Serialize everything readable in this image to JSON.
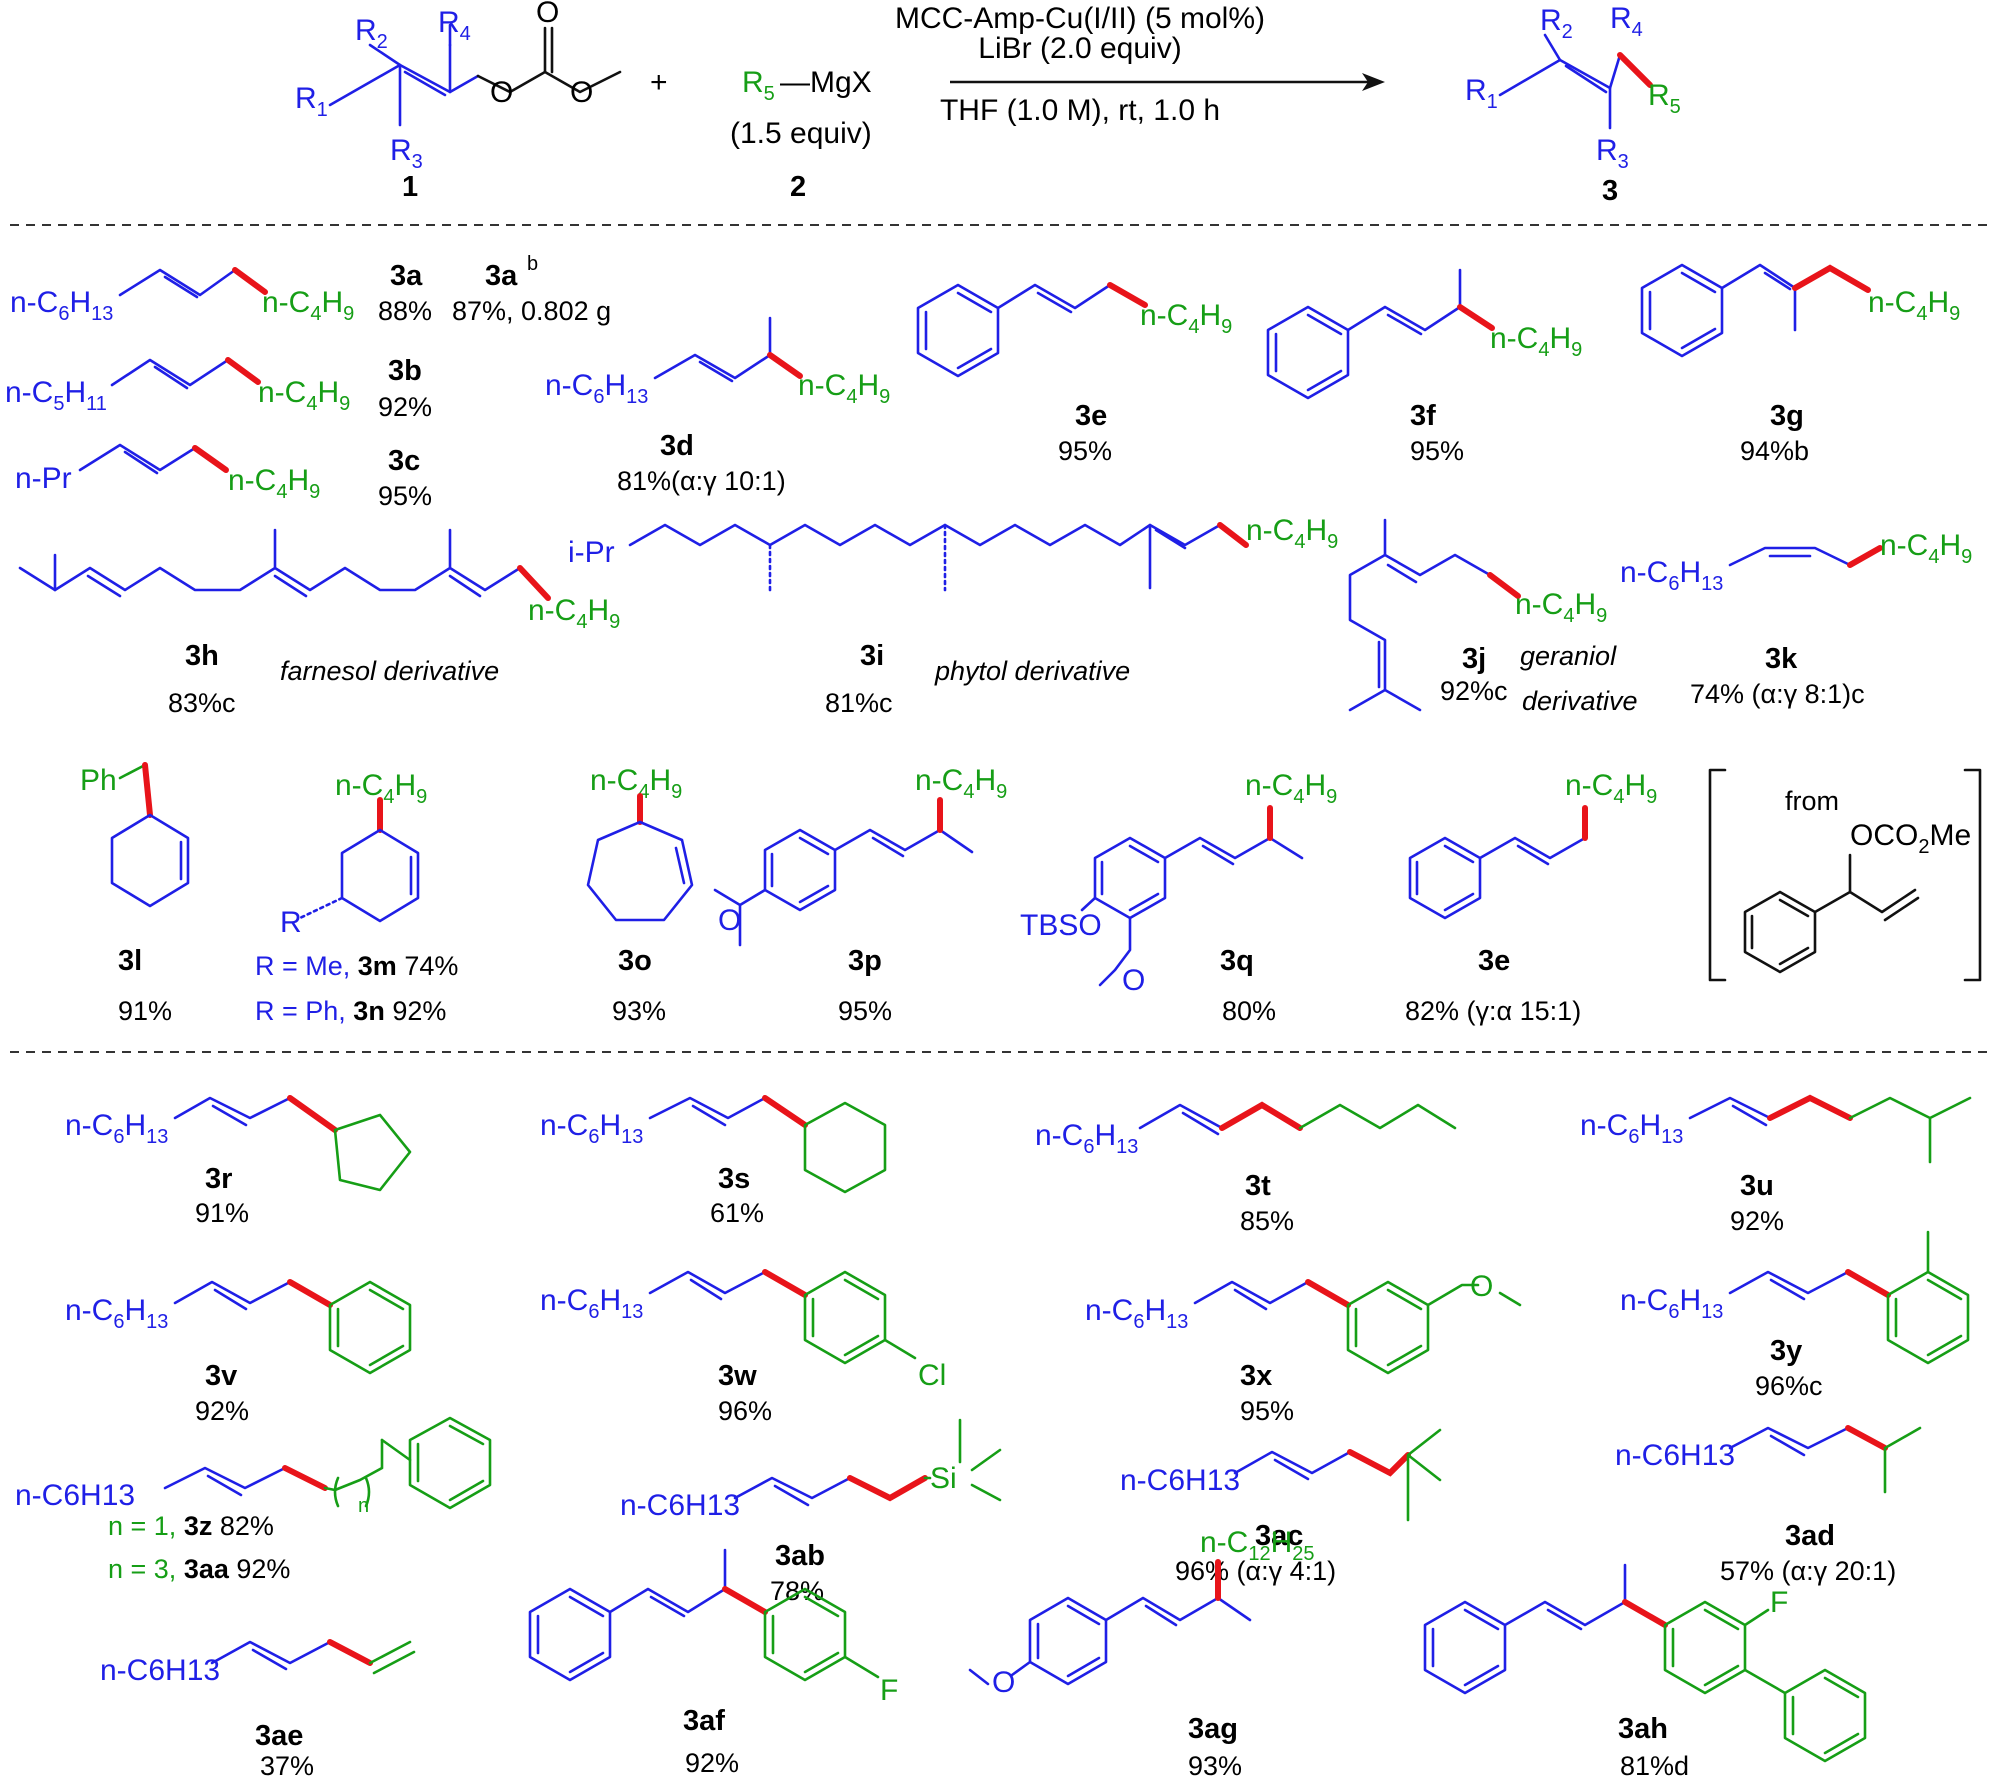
{
  "scheme": {
    "reagent_line1": "MCC-Amp-Cu(I/II) (5 mol%)",
    "reagent_line2": "LiBr (2.0 equiv)",
    "conditions": "THF (1.0 M), rt, 1.0 h",
    "plus": "+",
    "grignard": "R5—MgX",
    "grignard_equiv": "(1.5 equiv)",
    "substrate_label": "1",
    "grignard_label": "2",
    "product_label": "3",
    "r_groups": [
      "R1",
      "R2",
      "R3",
      "R4",
      "R5"
    ]
  },
  "row1": {
    "3a": {
      "label": "3a",
      "yield": "88%",
      "frag_left": "n-C6H13",
      "frag_right": "n-C4H9"
    },
    "3a_b": {
      "label": "3a",
      "sup": "b",
      "yield": "87%, 0.802 g"
    },
    "3b": {
      "label": "3b",
      "yield": "92%",
      "frag_left": "n-C5H11",
      "frag_right": "n-C4H9"
    },
    "3c": {
      "label": "3c",
      "yield": "95%",
      "frag_left": "n-Pr",
      "frag_right": "n-C4H9"
    },
    "3d": {
      "label": "3d",
      "yield": "81%(α:γ 10:1)",
      "frag_left": "n-C6H13",
      "frag_right": "n-C4H9"
    },
    "3e": {
      "label": "3e",
      "yield": "95%",
      "frag_right": "n-C4H9"
    },
    "3f": {
      "label": "3f",
      "yield": "95%",
      "frag_right": "n-C4H9"
    },
    "3g": {
      "label": "3g",
      "yield": "94%b",
      "frag_right": "n-C4H9"
    },
    "3h": {
      "label": "3h",
      "yield": "83%c",
      "note": "farnesol derivative",
      "frag_right": "n-C4H9"
    },
    "3i": {
      "label": "3i",
      "yield": "81%c",
      "note": "phytol derivative",
      "frag_left": "i-Pr",
      "frag_right": "n-C4H9"
    },
    "3j": {
      "label": "3j",
      "yield": "92%c",
      "note1": "geraniol",
      "note2": "derivative",
      "frag_right": "n-C4H9"
    },
    "3k": {
      "label": "3k",
      "yield": "74% (α:γ 8:1)c",
      "frag_left": "n-C6H13",
      "frag_right": "n-C4H9"
    }
  },
  "row2": {
    "3l": {
      "label": "3l",
      "yield": "91%",
      "frag_top": "Ph"
    },
    "3m": {
      "prefix": "R = Me, ",
      "label": "3m",
      "yield": " 74%"
    },
    "3n": {
      "prefix": "R = Ph, ",
      "label": "3n",
      "yield": " 92%"
    },
    "3mn_frag": {
      "top": "n-C4H9",
      "r": "R"
    },
    "3o": {
      "label": "3o",
      "yield": "93%",
      "frag_top": "n-C4H9"
    },
    "3p": {
      "label": "3p",
      "yield": "95%",
      "frag_top": "n-C4H9"
    },
    "3q": {
      "label": "3q",
      "yield": "80%",
      "frag_top": "n-C4H9",
      "frag_left": "TBSO"
    },
    "3e2": {
      "label": "3e",
      "yield": "82% (γ:α 15:1)",
      "frag_top": "n-C4H9"
    },
    "from_box": {
      "text": "from",
      "group": "OCO2Me"
    }
  },
  "row3": {
    "3r": {
      "label": "3r",
      "yield": "91%"
    },
    "3s": {
      "label": "3s",
      "yield": "61%"
    },
    "3t": {
      "label": "3t",
      "yield": "85%"
    },
    "3u": {
      "label": "3u",
      "yield": "92%"
    },
    "3v": {
      "label": "3v",
      "yield": "92%"
    },
    "3w": {
      "label": "3w",
      "yield": "96%",
      "sub": "Cl"
    },
    "3x": {
      "label": "3x",
      "yield": "95%"
    },
    "3y": {
      "label": "3y",
      "yield": "96%c"
    },
    "3z": {
      "prefix": "n = 1, ",
      "label": "3z",
      "yield": " 82%",
      "index": "n"
    },
    "3aa": {
      "prefix": "n = 3, ",
      "label": "3aa",
      "yield": " 92%"
    },
    "3ab": {
      "label": "3ab",
      "yield": "78%",
      "sub": "Si"
    },
    "3ac": {
      "label": "3ac",
      "yield": "96% (α:γ 4:1)"
    },
    "3ad": {
      "label": "3ad",
      "yield": "57% (α:γ 20:1)"
    },
    "3ae": {
      "label": "3ae",
      "yield": "37%"
    },
    "3af": {
      "label": "3af",
      "yield": "92%",
      "sub": "F"
    },
    "3ag": {
      "label": "3ag",
      "yield": "93%",
      "frag_top": "n-C12H25"
    },
    "3ah": {
      "label": "3ah",
      "yield": "81%d",
      "sub": "F"
    },
    "hexyl": "n-C6H13"
  },
  "colors": {
    "substrate": "#1f1fe6",
    "nucleophile": "#169e16",
    "new_bond": "#e8141a"
  }
}
